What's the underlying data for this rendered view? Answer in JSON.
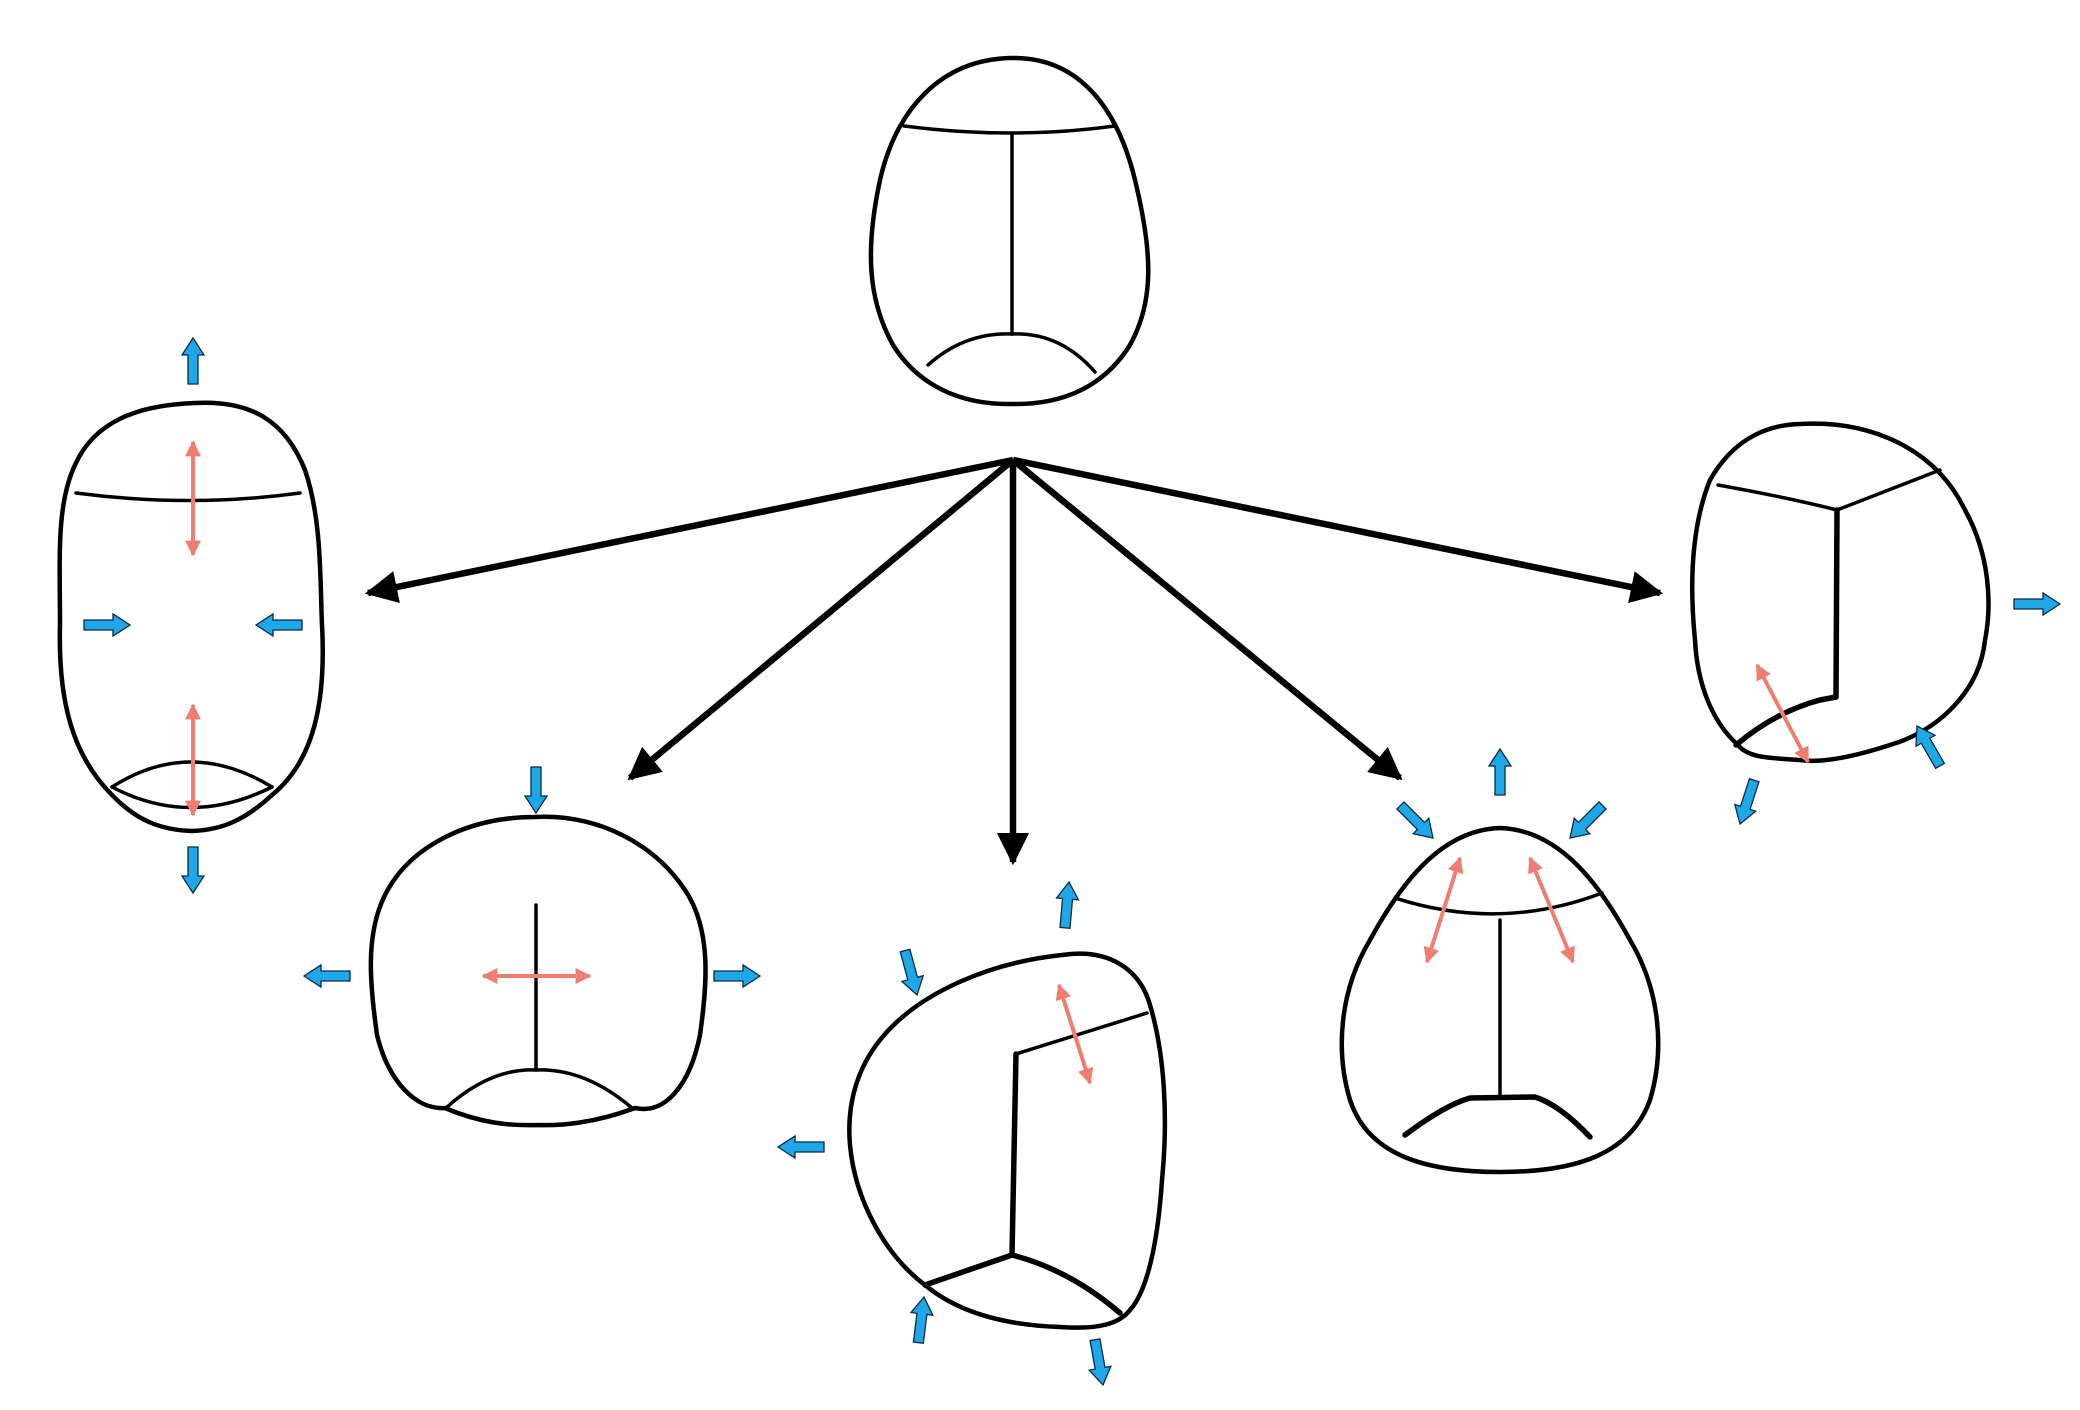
{
  "diagram": {
    "kind": "skull-shape-variations",
    "colors": {
      "outline": "#000000",
      "force_arrow": "#1EA8E8",
      "growth_arrow": "#F07D72",
      "background": "#FFFFFF"
    },
    "panels": [
      {
        "id": "normal-skull",
        "role": "source"
      },
      {
        "id": "elongated-skull",
        "role": "variant"
      },
      {
        "id": "round-wide-skull",
        "role": "variant"
      },
      {
        "id": "asymmetric-front-skull",
        "role": "variant"
      },
      {
        "id": "pointed-front-skull",
        "role": "variant"
      },
      {
        "id": "asymmetric-back-skull",
        "role": "variant"
      }
    ],
    "legend": {
      "blue_arrows": "force-arrow",
      "red_arrows": "growth-arrow"
    }
  }
}
